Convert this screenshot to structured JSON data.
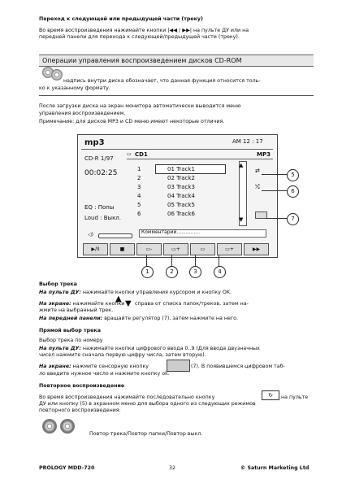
{
  "header": {
    "title": "Переход к следующей или предыдущей части (треку)",
    "line1": "Во время воспроизведения нажимайте кнопки |◀◀ / ▶▶| на пульте ДУ или на",
    "line2": "передней панели для перехода к следующей/предыдущей части (треку)."
  },
  "section": {
    "title": "Операции управления воспроизведением дисков CD-ROM",
    "note1": "надпись внутри диска обозначает, что данная функция относится толь-",
    "note2": "ко к указанному формату.",
    "p1": "После загрузки диска на экран монитора автоматически выводится меню",
    "p2": "управления воспроизведением.",
    "p3": "Примечание: для дисков MP3 и CD меню имеют некоторые отличия."
  },
  "screen": {
    "title": "mp3",
    "am": "AM  12 : 17",
    "cdr": "CD-R   1/97",
    "time": "00:02:25",
    "cd1": "CD1",
    "mp3": "MP3",
    "eq": "EQ    : Попы",
    "loud": "Loud : Выкл.",
    "comment": "Комментарий...............",
    "tracks": [
      {
        "num": "1",
        "name": "01 Track1"
      },
      {
        "num": "2",
        "name": "02 Track2"
      },
      {
        "num": "3",
        "name": "03 Track3"
      },
      {
        "num": "4",
        "name": "04 Track4"
      },
      {
        "num": "5",
        "name": "05 Track5"
      },
      {
        "num": "6",
        "name": "06 Track6"
      }
    ],
    "buttons": [
      "▶/II",
      "■",
      "",
      "",
      "",
      "",
      ""
    ],
    "callouts": [
      "1",
      "2",
      "3",
      "4",
      "5",
      "6",
      "7"
    ]
  },
  "body": {
    "h1": "Выбор трека",
    "l1a": "На пульте ДУ:",
    "l1b": " нажимайте кнопки управления курсором и кнопку OK.",
    "l2a": "На экране:",
    "l2b": " нажимайте кнопки",
    "l2c": "справа от списка папок/треков, затем на-",
    "l2d": "жмите на выбранный трек.",
    "l3a": "На передней панели:",
    "l3b": " вращайте регулятор (7), затем нажмите на него.",
    "h2": "Прямой выбор трека",
    "h3": "Выбор трека по номеру",
    "l4a": "На пульте ДУ:",
    "l4b": " нажимайте кнопки цифрового ввода 0..9 (Для ввода двузначных",
    "l4c": "чисел нажмите сначала первую цифру числа, затем вторую).",
    "l5a": "На экране:",
    "l5b": " нажмите сенсорную кнопку",
    "l5c": "(7). В появившемся цифровом таб-",
    "l5d": "ло введите нужное число и нажмите кнопку ok.",
    "h4": "Повторное воспроизведение",
    "l6": "Во время воспроизведения нажимайте последовательно кнопку",
    "l6b": "на пульте",
    "l7": "ДУ или кнопку (5) в экранном меню для выбора одного из следующих режимов",
    "l8": "повторного воспроизведения:",
    "l9": "Повтор трека/Повтор папки/Повтор выкл."
  },
  "footer": {
    "left": "PROLOGY MDD-720",
    "page": "32",
    "right": "© Saturn Marketing Ltd"
  }
}
